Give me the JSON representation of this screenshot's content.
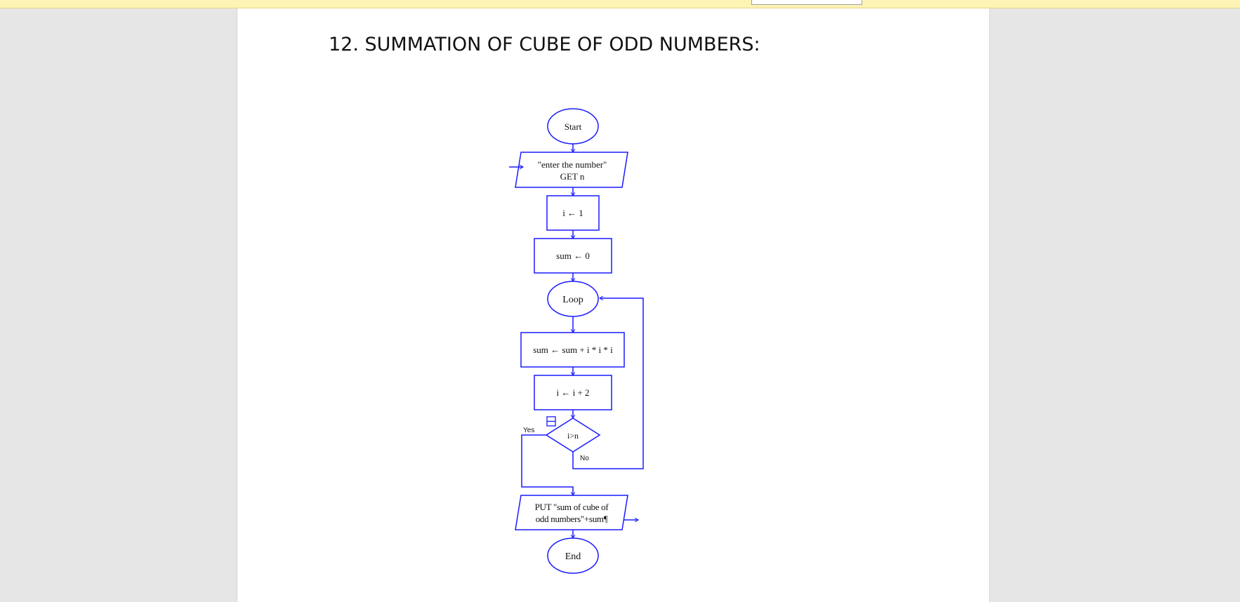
{
  "document": {
    "heading": "12. SUMMATION OF CUBE OF ODD NUMBERS:"
  },
  "flowchart": {
    "stroke_color": "#1a1aff",
    "start": "Start",
    "input_line1": "\"enter the number\"",
    "input_line2": "GET n",
    "init_i": "i ← 1",
    "init_sum": "sum ← 0",
    "loop": "Loop",
    "update_sum": "sum ← sum + i * i * i",
    "update_i": "i ← i + 2",
    "condition": "i>n",
    "yes_label": "Yes",
    "no_label": "No",
    "output_line1": "PUT \"sum of cube of",
    "output_line2": "odd numbers\"+sum¶",
    "end": "End"
  }
}
